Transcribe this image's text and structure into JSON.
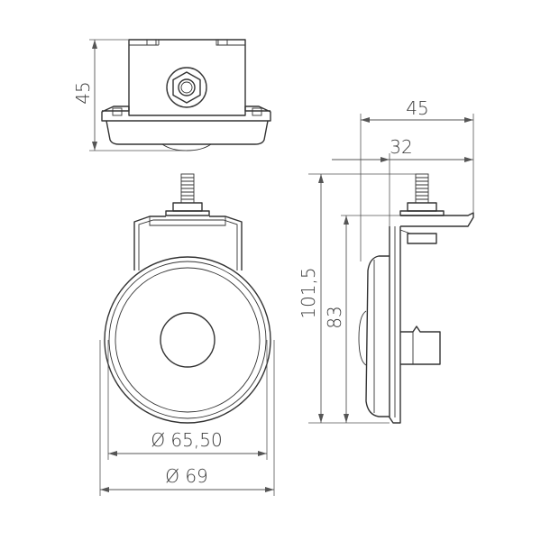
{
  "dimensions": {
    "top_height": "45",
    "side_width": "45",
    "side_inner_width": "32",
    "total_height": "101,5",
    "wheel_height": "83",
    "wheel_diameter": "Ø 65,50",
    "outer_diameter": "Ø 69"
  },
  "colors": {
    "line": "#333333",
    "dimension": "#555555",
    "background": "#ffffff"
  }
}
